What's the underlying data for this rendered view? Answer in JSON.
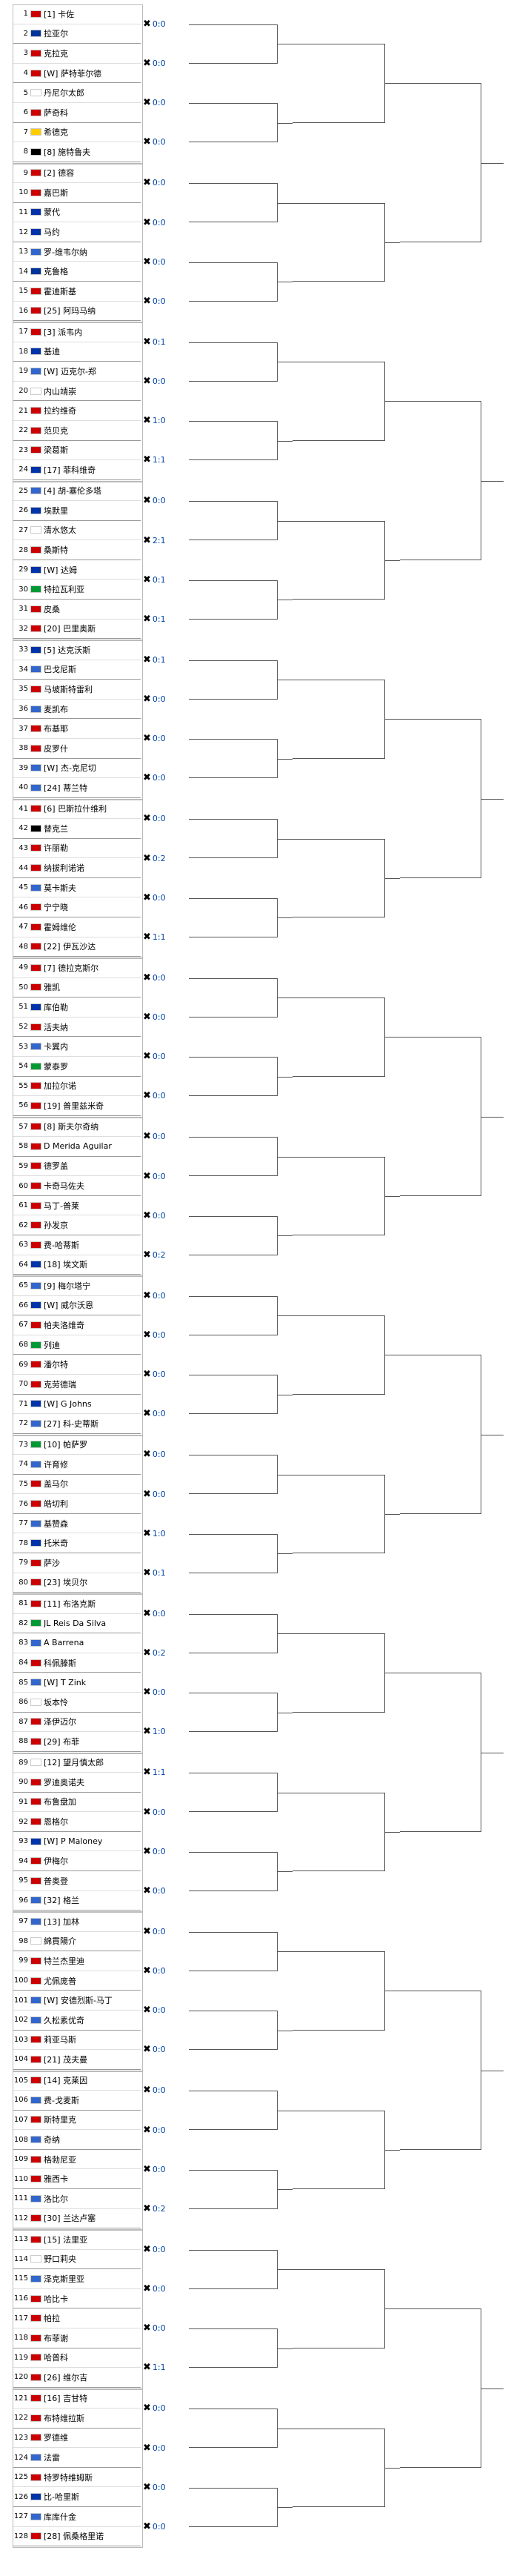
{
  "sections": [
    {
      "players": [
        {
          "seed": "1",
          "name": "[1] 卡佐",
          "flag": "#cc0000"
        },
        {
          "seed": "2",
          "name": "拉亚尔",
          "flag": "#003399"
        },
        {
          "seed": "3",
          "name": "克拉克",
          "flag": "#cc0000"
        },
        {
          "seed": "4",
          "name": "[W] 萨特菲尔德",
          "flag": "#cc0000"
        },
        {
          "seed": "5",
          "name": "丹尼尔太郎",
          "flag": "#ffffff"
        },
        {
          "seed": "6",
          "name": "萨奇科",
          "flag": "#cc0000"
        },
        {
          "seed": "7",
          "name": "希德克",
          "flag": "#ffcc00"
        },
        {
          "seed": "8",
          "name": "[8] 施特鲁夫",
          "flag": "#000000"
        }
      ],
      "scores": [
        "0:0",
        "0:0",
        "0:0",
        "0:0"
      ]
    },
    {
      "players": [
        {
          "seed": "9",
          "name": "[2] 德容",
          "flag": "#cc0000"
        },
        {
          "seed": "10",
          "name": "嘉巴斯",
          "flag": "#cc0000"
        },
        {
          "seed": "11",
          "name": "蒙代",
          "flag": "#0033aa"
        },
        {
          "seed": "12",
          "name": "马约",
          "flag": "#0033aa"
        },
        {
          "seed": "13",
          "name": "罗-维韦尔纳",
          "flag": "#3366cc"
        },
        {
          "seed": "14",
          "name": "克鲁格",
          "flag": "#003399"
        },
        {
          "seed": "15",
          "name": "霍迪斯基",
          "flag": "#cc0000"
        },
        {
          "seed": "16",
          "name": "[25] 阿玛马纳",
          "flag": "#cc0000"
        }
      ],
      "scores": [
        "0:0",
        "0:0",
        "0:0",
        "0:0"
      ]
    },
    {
      "players": [
        {
          "seed": "17",
          "name": "[3] 派韦内",
          "flag": "#cc0000"
        },
        {
          "seed": "18",
          "name": "基迪",
          "flag": "#0033aa"
        },
        {
          "seed": "19",
          "name": "[W] 迈克尔-郑",
          "flag": "#3366cc"
        },
        {
          "seed": "20",
          "name": "内山靖崇",
          "flag": "#ffffff"
        },
        {
          "seed": "21",
          "name": "拉约维奇",
          "flag": "#cc0000"
        },
        {
          "seed": "22",
          "name": "范贝克",
          "flag": "#cc0000"
        },
        {
          "seed": "23",
          "name": "梁葛斯",
          "flag": "#cc0000"
        },
        {
          "seed": "24",
          "name": "[17] 菲科维奇",
          "flag": "#0033aa"
        }
      ],
      "scores": [
        "0:1",
        "0:0",
        "1:0",
        "1:1"
      ]
    },
    {
      "players": [
        {
          "seed": "25",
          "name": "[4] 胡-塞伦多塔",
          "flag": "#3366cc"
        },
        {
          "seed": "26",
          "name": "埃默里",
          "flag": "#0033aa"
        },
        {
          "seed": "27",
          "name": "清水悠太",
          "flag": "#ffffff"
        },
        {
          "seed": "28",
          "name": "桑斯特",
          "flag": "#cc0000"
        },
        {
          "seed": "29",
          "name": "[W] 达姆",
          "flag": "#0033aa"
        },
        {
          "seed": "30",
          "name": "特拉瓦利亚",
          "flag": "#009933"
        },
        {
          "seed": "31",
          "name": "皮桑",
          "flag": "#cc0000"
        },
        {
          "seed": "32",
          "name": "[20] 巴里奥斯",
          "flag": "#cc0000"
        }
      ],
      "scores": [
        "0:0",
        "2:1",
        "0:1",
        "0:1"
      ]
    },
    {
      "players": [
        {
          "seed": "33",
          "name": "[5] 达克沃斯",
          "flag": "#0033aa"
        },
        {
          "seed": "34",
          "name": "巴戈尼斯",
          "flag": "#3366cc"
        },
        {
          "seed": "35",
          "name": "马坡斯特雷利",
          "flag": "#cc0000"
        },
        {
          "seed": "36",
          "name": "麦凯布",
          "flag": "#3366cc"
        },
        {
          "seed": "37",
          "name": "布基耶",
          "flag": "#cc0000"
        },
        {
          "seed": "38",
          "name": "皮罗什",
          "flag": "#cc0000"
        },
        {
          "seed": "39",
          "name": "[W] 杰-克尼切",
          "flag": "#3366cc"
        },
        {
          "seed": "40",
          "name": "[24] 蒂兰特",
          "flag": "#3366cc"
        }
      ],
      "scores": [
        "0:1",
        "0:0",
        "0:0",
        "0:0"
      ]
    },
    {
      "players": [
        {
          "seed": "41",
          "name": "[6] 巴斯拉什维利",
          "flag": "#cc0000"
        },
        {
          "seed": "42",
          "name": "替克兰",
          "flag": "#000000"
        },
        {
          "seed": "43",
          "name": "许丽勒",
          "flag": "#cc0000"
        },
        {
          "seed": "44",
          "name": "纳拔利诺诺",
          "flag": "#cc0000"
        },
        {
          "seed": "45",
          "name": "莫卡斯夫",
          "flag": "#3366cc"
        },
        {
          "seed": "46",
          "name": "宁宁晓",
          "flag": "#cc0000"
        },
        {
          "seed": "47",
          "name": "霍姆维伦",
          "flag": "#cc0000"
        },
        {
          "seed": "48",
          "name": "[22] 伊瓦沙达",
          "flag": "#cc0000"
        }
      ],
      "scores": [
        "0:0",
        "0:2",
        "0:0",
        "1:1"
      ]
    },
    {
      "players": [
        {
          "seed": "49",
          "name": "[7] 德拉克斯尔",
          "flag": "#cc0000"
        },
        {
          "seed": "50",
          "name": "雅凯",
          "flag": "#cc0000"
        },
        {
          "seed": "51",
          "name": "库伯勒",
          "flag": "#0033aa"
        },
        {
          "seed": "52",
          "name": "活夫纳",
          "flag": "#cc0000"
        },
        {
          "seed": "53",
          "name": "卡翼内",
          "flag": "#3366cc"
        },
        {
          "seed": "54",
          "name": "蒙泰罗",
          "flag": "#009933"
        },
        {
          "seed": "55",
          "name": "加拉尔诺",
          "flag": "#cc0000"
        },
        {
          "seed": "56",
          "name": "[19] 普里兹米奇",
          "flag": "#cc0000"
        }
      ],
      "scores": [
        "0:0",
        "0:0",
        "0:0",
        "0:0"
      ]
    },
    {
      "players": [
        {
          "seed": "57",
          "name": "[8] 斯夫尔奇纳",
          "flag": "#cc0000"
        },
        {
          "seed": "58",
          "name": "D Merida Aguilar",
          "flag": "#cc0000"
        },
        {
          "seed": "59",
          "name": "德罗盖",
          "flag": "#cc0000"
        },
        {
          "seed": "60",
          "name": "卡奇马佐夫",
          "flag": "#cc0000"
        },
        {
          "seed": "61",
          "name": "马丁-普莱",
          "flag": "#cc0000"
        },
        {
          "seed": "62",
          "name": "孙发京",
          "flag": "#cc0000"
        },
        {
          "seed": "63",
          "name": "费-哈蒂斯",
          "flag": "#cc0000"
        },
        {
          "seed": "64",
          "name": "[18] 埃文斯",
          "flag": "#0033aa"
        }
      ],
      "scores": [
        "0:0",
        "0:0",
        "0:0",
        "0:2"
      ]
    },
    {
      "players": [
        {
          "seed": "65",
          "name": "[9] 梅尔塔宁",
          "flag": "#3366cc"
        },
        {
          "seed": "66",
          "name": "[W] 威尔沃恩",
          "flag": "#0033aa"
        },
        {
          "seed": "67",
          "name": "帕夫洛维奇",
          "flag": "#cc0000"
        },
        {
          "seed": "68",
          "name": "列迪",
          "flag": "#009933"
        },
        {
          "seed": "69",
          "name": "潘尔特",
          "flag": "#cc0000"
        },
        {
          "seed": "70",
          "name": "克劳德瑞",
          "flag": "#cc0000"
        },
        {
          "seed": "71",
          "name": "[W] G Johns",
          "flag": "#0033aa"
        },
        {
          "seed": "72",
          "name": "[27] 科-史蒂斯",
          "flag": "#3366cc"
        }
      ],
      "scores": [
        "0:0",
        "0:0",
        "0:0",
        "0:0"
      ]
    },
    {
      "players": [
        {
          "seed": "73",
          "name": "[10] 帕萨罗",
          "flag": "#009933"
        },
        {
          "seed": "74",
          "name": "许育修",
          "flag": "#3366cc"
        },
        {
          "seed": "75",
          "name": "盖马尔",
          "flag": "#cc0000"
        },
        {
          "seed": "76",
          "name": "皓切利",
          "flag": "#cc0000"
        },
        {
          "seed": "77",
          "name": "基赞森",
          "flag": "#3366cc"
        },
        {
          "seed": "78",
          "name": "托米奇",
          "flag": "#0033aa"
        },
        {
          "seed": "79",
          "name": "萨沙",
          "flag": "#cc0000"
        },
        {
          "seed": "80",
          "name": "[23] 埃贝尔",
          "flag": "#cc0000"
        }
      ],
      "scores": [
        "0:0",
        "0:0",
        "1:0",
        "0:1"
      ]
    },
    {
      "players": [
        {
          "seed": "81",
          "name": "[11] 布洛克斯",
          "flag": "#cc0000"
        },
        {
          "seed": "82",
          "name": "JL Reis Da Silva",
          "flag": "#009933"
        },
        {
          "seed": "83",
          "name": "A Barrena",
          "flag": "#3366cc"
        },
        {
          "seed": "84",
          "name": "科佩滕斯",
          "flag": "#cc0000"
        },
        {
          "seed": "85",
          "name": "[W] T Zink",
          "flag": "#3366cc"
        },
        {
          "seed": "86",
          "name": "坂本怜",
          "flag": "#ffffff"
        },
        {
          "seed": "87",
          "name": "泽伊迈尔",
          "flag": "#cc0000"
        },
        {
          "seed": "88",
          "name": "[29] 布菲",
          "flag": "#cc0000"
        }
      ],
      "scores": [
        "0:0",
        "0:2",
        "0:0",
        "1:0"
      ]
    },
    {
      "players": [
        {
          "seed": "89",
          "name": "[12] 望月慎太郎",
          "flag": "#ffffff"
        },
        {
          "seed": "90",
          "name": "罗迪奥诺夫",
          "flag": "#cc0000"
        },
        {
          "seed": "91",
          "name": "布鲁盘加",
          "flag": "#cc0000"
        },
        {
          "seed": "92",
          "name": "恩格尔",
          "flag": "#cc0000"
        },
        {
          "seed": "93",
          "name": "[W] P Maloney",
          "flag": "#0033aa"
        },
        {
          "seed": "94",
          "name": "伊梅尔",
          "flag": "#cc0000"
        },
        {
          "seed": "95",
          "name": "普奥登",
          "flag": "#cc0000"
        },
        {
          "seed": "96",
          "name": "[32] 格兰",
          "flag": "#3366cc"
        }
      ],
      "scores": [
        "1:1",
        "0:0",
        "0:0",
        "0:0"
      ]
    },
    {
      "players": [
        {
          "seed": "97",
          "name": "[13] 加林",
          "flag": "#3366cc"
        },
        {
          "seed": "98",
          "name": "綿貫陽介",
          "flag": "#ffffff"
        },
        {
          "seed": "99",
          "name": "特兰杰里迪",
          "flag": "#cc0000"
        },
        {
          "seed": "100",
          "name": "尤佩庞普",
          "flag": "#cc0000"
        },
        {
          "seed": "101",
          "name": "[W] 安德烈斯-马丁",
          "flag": "#3366cc"
        },
        {
          "seed": "102",
          "name": "久松素优奇",
          "flag": "#3366cc"
        },
        {
          "seed": "103",
          "name": "莉亚马斯",
          "flag": "#cc0000"
        },
        {
          "seed": "104",
          "name": "[21] 茂夫曼",
          "flag": "#cc0000"
        }
      ],
      "scores": [
        "0:0",
        "0:0",
        "0:0",
        "0:0"
      ]
    },
    {
      "players": [
        {
          "seed": "105",
          "name": "[14] 克莱因",
          "flag": "#cc0000"
        },
        {
          "seed": "106",
          "name": "费-戈麦斯",
          "flag": "#3366cc"
        },
        {
          "seed": "107",
          "name": "斯特里克",
          "flag": "#cc0000"
        },
        {
          "seed": "108",
          "name": "奇纳",
          "flag": "#3366cc"
        },
        {
          "seed": "109",
          "name": "格勃尼亚",
          "flag": "#cc0000"
        },
        {
          "seed": "110",
          "name": "雅西卡",
          "flag": "#cc0000"
        },
        {
          "seed": "111",
          "name": "洛比尔",
          "flag": "#3366cc"
        },
        {
          "seed": "112",
          "name": "[30] 兰达卢塞",
          "flag": "#cc0000"
        }
      ],
      "scores": [
        "0:0",
        "0:0",
        "0:0",
        "0:2"
      ]
    },
    {
      "players": [
        {
          "seed": "113",
          "name": "[15] 法里亚",
          "flag": "#cc0000"
        },
        {
          "seed": "114",
          "name": "野口莉央",
          "flag": "#ffffff"
        },
        {
          "seed": "115",
          "name": "泽克斯里亚",
          "flag": "#3366cc"
        },
        {
          "seed": "116",
          "name": "哈比卡",
          "flag": "#cc0000"
        },
        {
          "seed": "117",
          "name": "帕拉",
          "flag": "#cc0000"
        },
        {
          "seed": "118",
          "name": "布菲谢",
          "flag": "#cc0000"
        },
        {
          "seed": "119",
          "name": "哈普科",
          "flag": "#cc0000"
        },
        {
          "seed": "120",
          "name": "[26] 维尔吉",
          "flag": "#cc0000"
        }
      ],
      "scores": [
        "0:0",
        "0:0",
        "0:0",
        "1:1"
      ]
    },
    {
      "players": [
        {
          "seed": "121",
          "name": "[16] 吉甘特",
          "flag": "#cc0000"
        },
        {
          "seed": "122",
          "name": "布特维拉斯",
          "flag": "#cc0000"
        },
        {
          "seed": "123",
          "name": "罗德维",
          "flag": "#cc0000"
        },
        {
          "seed": "124",
          "name": "法雷",
          "flag": "#3366cc"
        },
        {
          "seed": "125",
          "name": "特罗特维姆斯",
          "flag": "#cc0000"
        },
        {
          "seed": "126",
          "name": "比-哈里斯",
          "flag": "#0033aa"
        },
        {
          "seed": "127",
          "name": "库库什金",
          "flag": "#3366cc"
        },
        {
          "seed": "128",
          "name": "[28] 佩桑格里诺",
          "flag": "#cc0000"
        }
      ],
      "scores": [
        "0:0",
        "0:0",
        "0:0",
        "0:0"
      ]
    }
  ]
}
